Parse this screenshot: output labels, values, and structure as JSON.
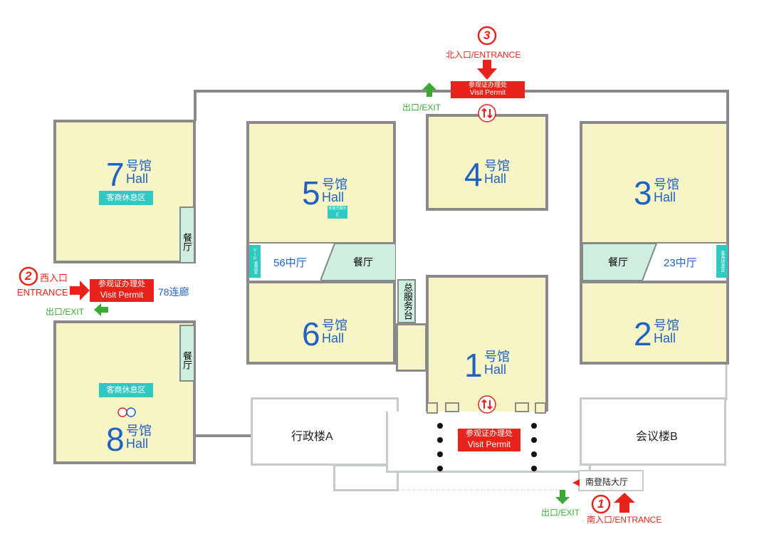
{
  "halls": {
    "h1": {
      "num": "1",
      "hao": "号馆",
      "hall": "Hall"
    },
    "h2": {
      "num": "2",
      "hao": "号馆",
      "hall": "Hall"
    },
    "h3": {
      "num": "3",
      "hao": "号馆",
      "hall": "Hall"
    },
    "h4": {
      "num": "4",
      "hao": "号馆",
      "hall": "Hall"
    },
    "h5": {
      "num": "5",
      "hao": "号馆",
      "hall": "Hall"
    },
    "h6": {
      "num": "6",
      "hao": "号馆",
      "hall": "Hall"
    },
    "h7": {
      "num": "7",
      "hao": "号馆",
      "hall": "Hall"
    },
    "h8": {
      "num": "8",
      "hao": "号馆",
      "hall": "Hall"
    }
  },
  "zones": {
    "lounge": "客商休息区",
    "restaurant": "餐厅",
    "restaurant_vertical": "餐 厅",
    "mid56": "56中厅",
    "mid23": "23中厅",
    "service_desk": "总服务台",
    "display_area": "体验式展示区",
    "vip_left": "VIP贵宾室",
    "vip_right": "客商休息区",
    "corridor78": "78连廊"
  },
  "buildings": {
    "admin_a": "行政楼A",
    "meeting_b": "会议楼B",
    "south_lobby": "南登陆大厅"
  },
  "entrances": {
    "north": {
      "num": "3",
      "label": "北入口/ENTRANCE"
    },
    "west": {
      "num": "2",
      "label_cn": "西入口",
      "label_en": "ENTRANCE"
    },
    "south": {
      "num": "1",
      "label": "南入口/ENTRANCE"
    }
  },
  "exits": {
    "north": "出口/EXIT",
    "west": "出口/EXIT",
    "south": "出口/EXIT"
  },
  "permit": {
    "cn": "参观证办理处",
    "en": "Visit Permit"
  },
  "icons": {
    "elevator": "up-down-arrows-icon",
    "restroom": "restroom-icon",
    "colors": {
      "hall_fill": "#f7f4c6",
      "entrance_red": "#e8231c",
      "exit_green": "#3aaa35",
      "hall_text": "#1f62c4",
      "lounge_teal": "#2fc9c1"
    }
  }
}
